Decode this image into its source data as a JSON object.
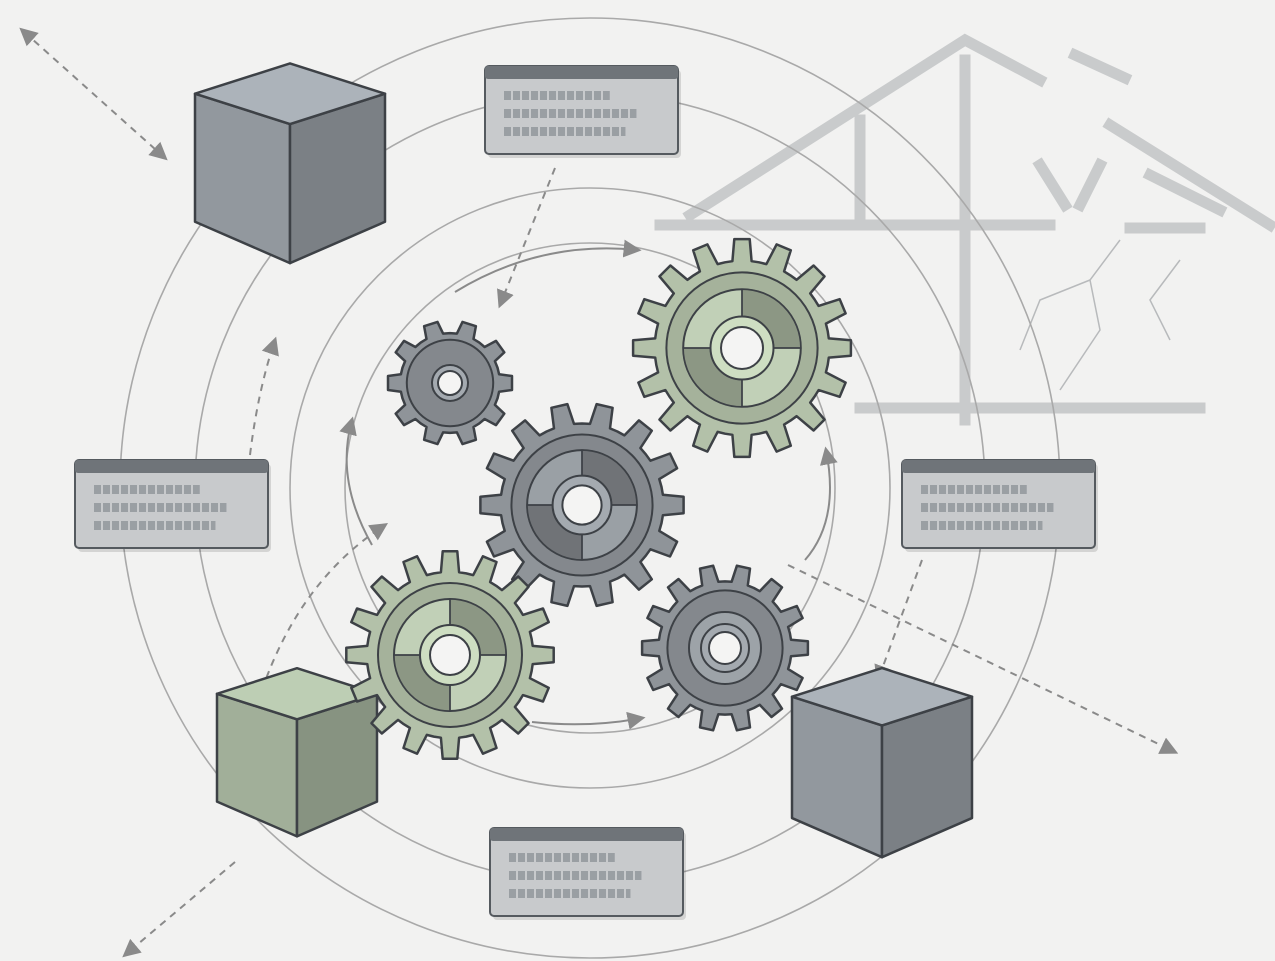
{
  "diagram": {
    "title": "",
    "palette": {
      "background": "#f2f2f1",
      "ring": "#a9a9a9",
      "cube_gray": "#9aa0a6",
      "cube_green": "#a9b8a1",
      "gear_gray": "#8f9499",
      "gear_green": "#b3c1a9",
      "panel": "#c8cacc",
      "panel_header": "#6f7479",
      "arrow": "#8a8a8a",
      "house_lines": "#c9cbcc"
    },
    "rings": 4,
    "cubes": [
      {
        "name": "cube-top-left",
        "color": "cube_gray"
      },
      {
        "name": "cube-bottom-left",
        "color": "cube_green"
      },
      {
        "name": "cube-bottom-right",
        "color": "cube_gray"
      }
    ],
    "panels": [
      {
        "name": "panel-top",
        "lines": 3
      },
      {
        "name": "panel-left",
        "lines": 3
      },
      {
        "name": "panel-right",
        "lines": 3
      },
      {
        "name": "panel-bottom",
        "lines": 3
      }
    ],
    "gears": [
      {
        "name": "gear-small-top-left",
        "color": "gear_gray",
        "teeth": 10
      },
      {
        "name": "gear-large-top-right",
        "color": "gear_green",
        "teeth": 16
      },
      {
        "name": "gear-center",
        "color": "gear_gray",
        "teeth": 14
      },
      {
        "name": "gear-large-bottom-left",
        "color": "gear_green",
        "teeth": 16
      },
      {
        "name": "gear-medium-bottom-right",
        "color": "gear_gray",
        "teeth": 14
      }
    ],
    "background_sketch": "broken-house-frame-sketch"
  }
}
